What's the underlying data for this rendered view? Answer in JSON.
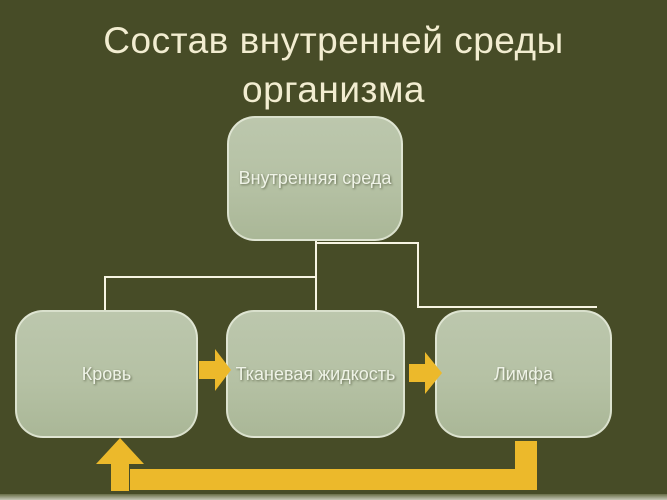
{
  "slide": {
    "title": {
      "line1": "Состав внутренней среды",
      "line2": "организма"
    }
  },
  "diagram": {
    "root": {
      "label": "Внутренняя среда"
    },
    "children": [
      {
        "label": "Кровь"
      },
      {
        "label": "Тканевая жидкость"
      },
      {
        "label": "Лимфа"
      }
    ],
    "flow_arrows": [
      {
        "from": "Кровь",
        "to": "Тканевая жидкость",
        "direction": "right",
        "icon": "arrow-right-icon"
      },
      {
        "from": "Тканевая жидкость",
        "to": "Лимфа",
        "direction": "right",
        "icon": "arrow-right-icon"
      },
      {
        "from": "Лимфа",
        "to": "Кровь",
        "direction": "up",
        "type": "return-loop",
        "icon": "arrow-up-icon"
      }
    ]
  },
  "colors": {
    "background": "#474C27",
    "box_fill": "#B5C1A4",
    "box_text": "#EFF3E7",
    "title_text": "#F2EDD1",
    "connector": "#F7F4E3",
    "arrow_yellow": "#ECB92B"
  }
}
